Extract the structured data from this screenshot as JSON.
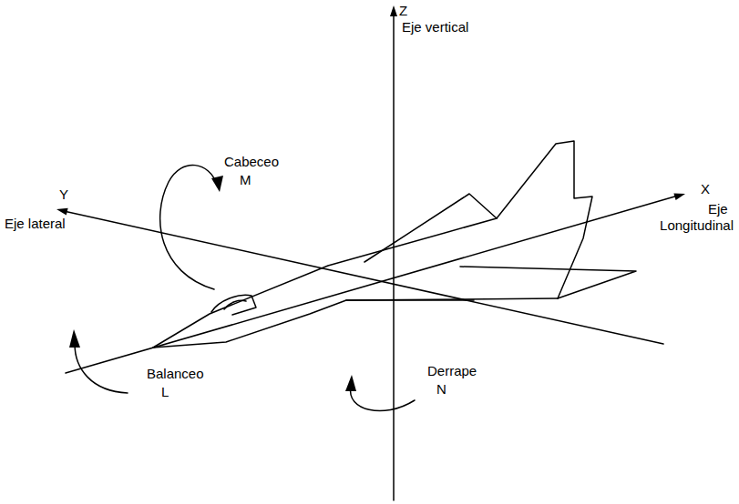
{
  "diagram": {
    "labels": [
      "Z",
      "Eje vertical",
      "Y",
      "Eje lateral",
      "Cabeceo",
      "M",
      "X",
      "Eje",
      "Longitudinal",
      "Balanceo",
      "L",
      "Derrape",
      "N"
    ]
  }
}
